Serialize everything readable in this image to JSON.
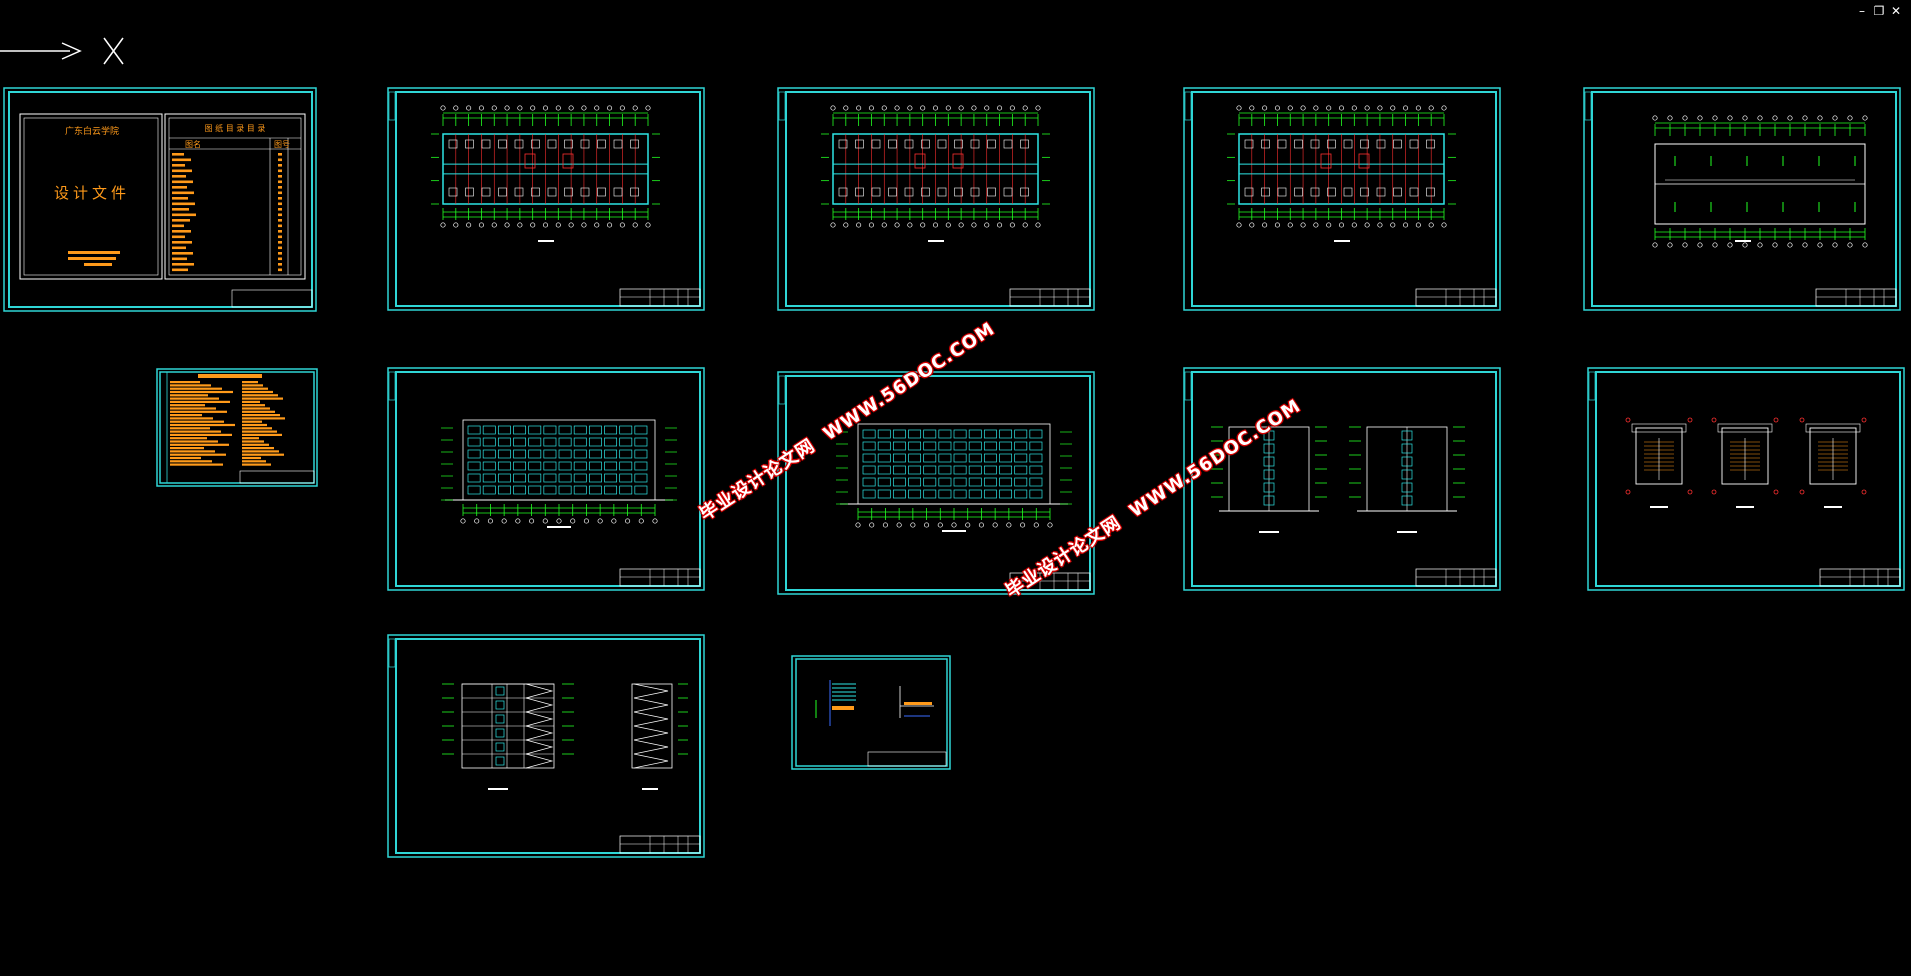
{
  "window": {
    "minimize_icon": "minimize-icon",
    "restore_icon": "restore-icon",
    "close_icon": "close-icon"
  },
  "ucs": {
    "icon": "ucs-axis-icon"
  },
  "cover": {
    "school": "广东白云学院",
    "title": "设计文件",
    "index_title": "图 纸 目 录 目 录",
    "col_name": "图名",
    "col_no": "图号"
  },
  "watermarks": [
    {
      "cn": "毕业设计论文网",
      "url": "WWW.56DOC.COM"
    },
    {
      "cn": "毕业设计论文网",
      "url": "WWW.56DOC.COM"
    }
  ],
  "colors": {
    "frame": "#2fd6d6",
    "wall": "#2ee6e6",
    "dim": "#22ff22",
    "axis_red": "#ff3030",
    "orange": "#ff9a1a",
    "white": "#ffffff"
  }
}
